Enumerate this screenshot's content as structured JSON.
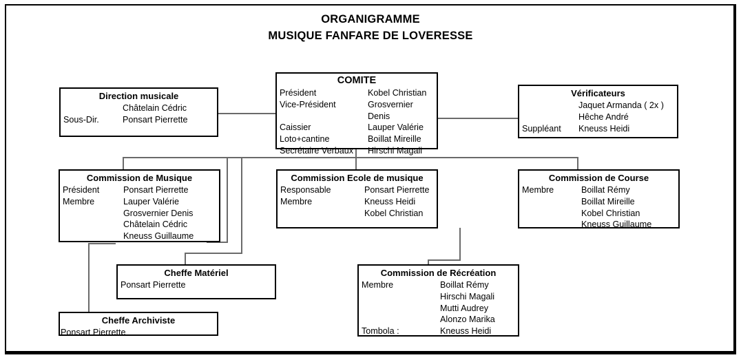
{
  "title": {
    "line1": "ORGANIGRAMME",
    "line2": "MUSIQUE FANFARE DE LOVERESSE"
  },
  "boxes": {
    "comite": {
      "heading": "COMITE",
      "rows": [
        {
          "role": "Président",
          "name": "Kobel Christian"
        },
        {
          "role": "Vice-Président",
          "name": "Grosvernier Denis"
        },
        {
          "role": "Caissier",
          "name": "Lauper Valérie"
        },
        {
          "role": "Loto+cantine",
          "name": "Boillat Mireille"
        },
        {
          "role": "Secrétaire Verbaux",
          "name": "Hirschi Magali"
        }
      ]
    },
    "direction_musicale": {
      "heading": "Direction musicale",
      "rows": [
        {
          "role": "",
          "name": "Châtelain Cédric"
        },
        {
          "role": "Sous-Dir.",
          "name": "Ponsart Pierrette"
        }
      ]
    },
    "verificateurs": {
      "heading": "Vérificateurs",
      "rows": [
        {
          "role": "",
          "name": "Jaquet Armanda ( 2x )"
        },
        {
          "role": "",
          "name": "Hêche André"
        },
        {
          "role": "Suppléant",
          "name": "Kneuss Heidi"
        }
      ]
    },
    "commission_musique": {
      "heading": "Commission de Musique",
      "rows": [
        {
          "role": "Président",
          "name": "Ponsart Pierrette"
        },
        {
          "role": "Membre",
          "name": "Lauper Valérie"
        },
        {
          "role": "",
          "name": "Grosvernier Denis"
        },
        {
          "role": "",
          "name": "Châtelain Cédric"
        },
        {
          "role": "",
          "name": "Kneuss Guillaume"
        }
      ]
    },
    "commission_ecole": {
      "heading": "Commission Ecole de musique",
      "rows": [
        {
          "role": "Responsable",
          "name": "Ponsart Pierrette"
        },
        {
          "role": "Membre",
          "name": "Kneuss Heidi"
        },
        {
          "role": "",
          "name": "Kobel Christian"
        }
      ]
    },
    "commission_course": {
      "heading": "Commission de Course",
      "rows": [
        {
          "role": "Membre",
          "name": "Boillat Rémy"
        },
        {
          "role": "",
          "name": "Boillat Mireille"
        },
        {
          "role": "",
          "name": "Kobel Christian"
        },
        {
          "role": "",
          "name": "Kneuss Guillaume"
        }
      ]
    },
    "cheffe_materiel": {
      "heading": "Cheffe Matériel",
      "rows": [
        {
          "role": "Ponsart Pierrette",
          "name": ""
        }
      ]
    },
    "cheffe_archiviste": {
      "heading": "Cheffe Archiviste",
      "rows": [
        {
          "role": "Ponsart Pierrette",
          "name": ""
        }
      ]
    },
    "commission_recreation": {
      "heading": "Commission de Récréation",
      "rows": [
        {
          "role": "Membre",
          "name": "Boillat Rémy"
        },
        {
          "role": "",
          "name": "Hirschi Magali"
        },
        {
          "role": "",
          "name": "Mutti Audrey"
        },
        {
          "role": "",
          "name": "Alonzo Marika"
        },
        {
          "role": "Tombola :",
          "name": "Kneuss Heidi"
        }
      ]
    }
  },
  "colors": {
    "border": "#000000",
    "connector": "#6a6a6a",
    "background": "#ffffff"
  }
}
